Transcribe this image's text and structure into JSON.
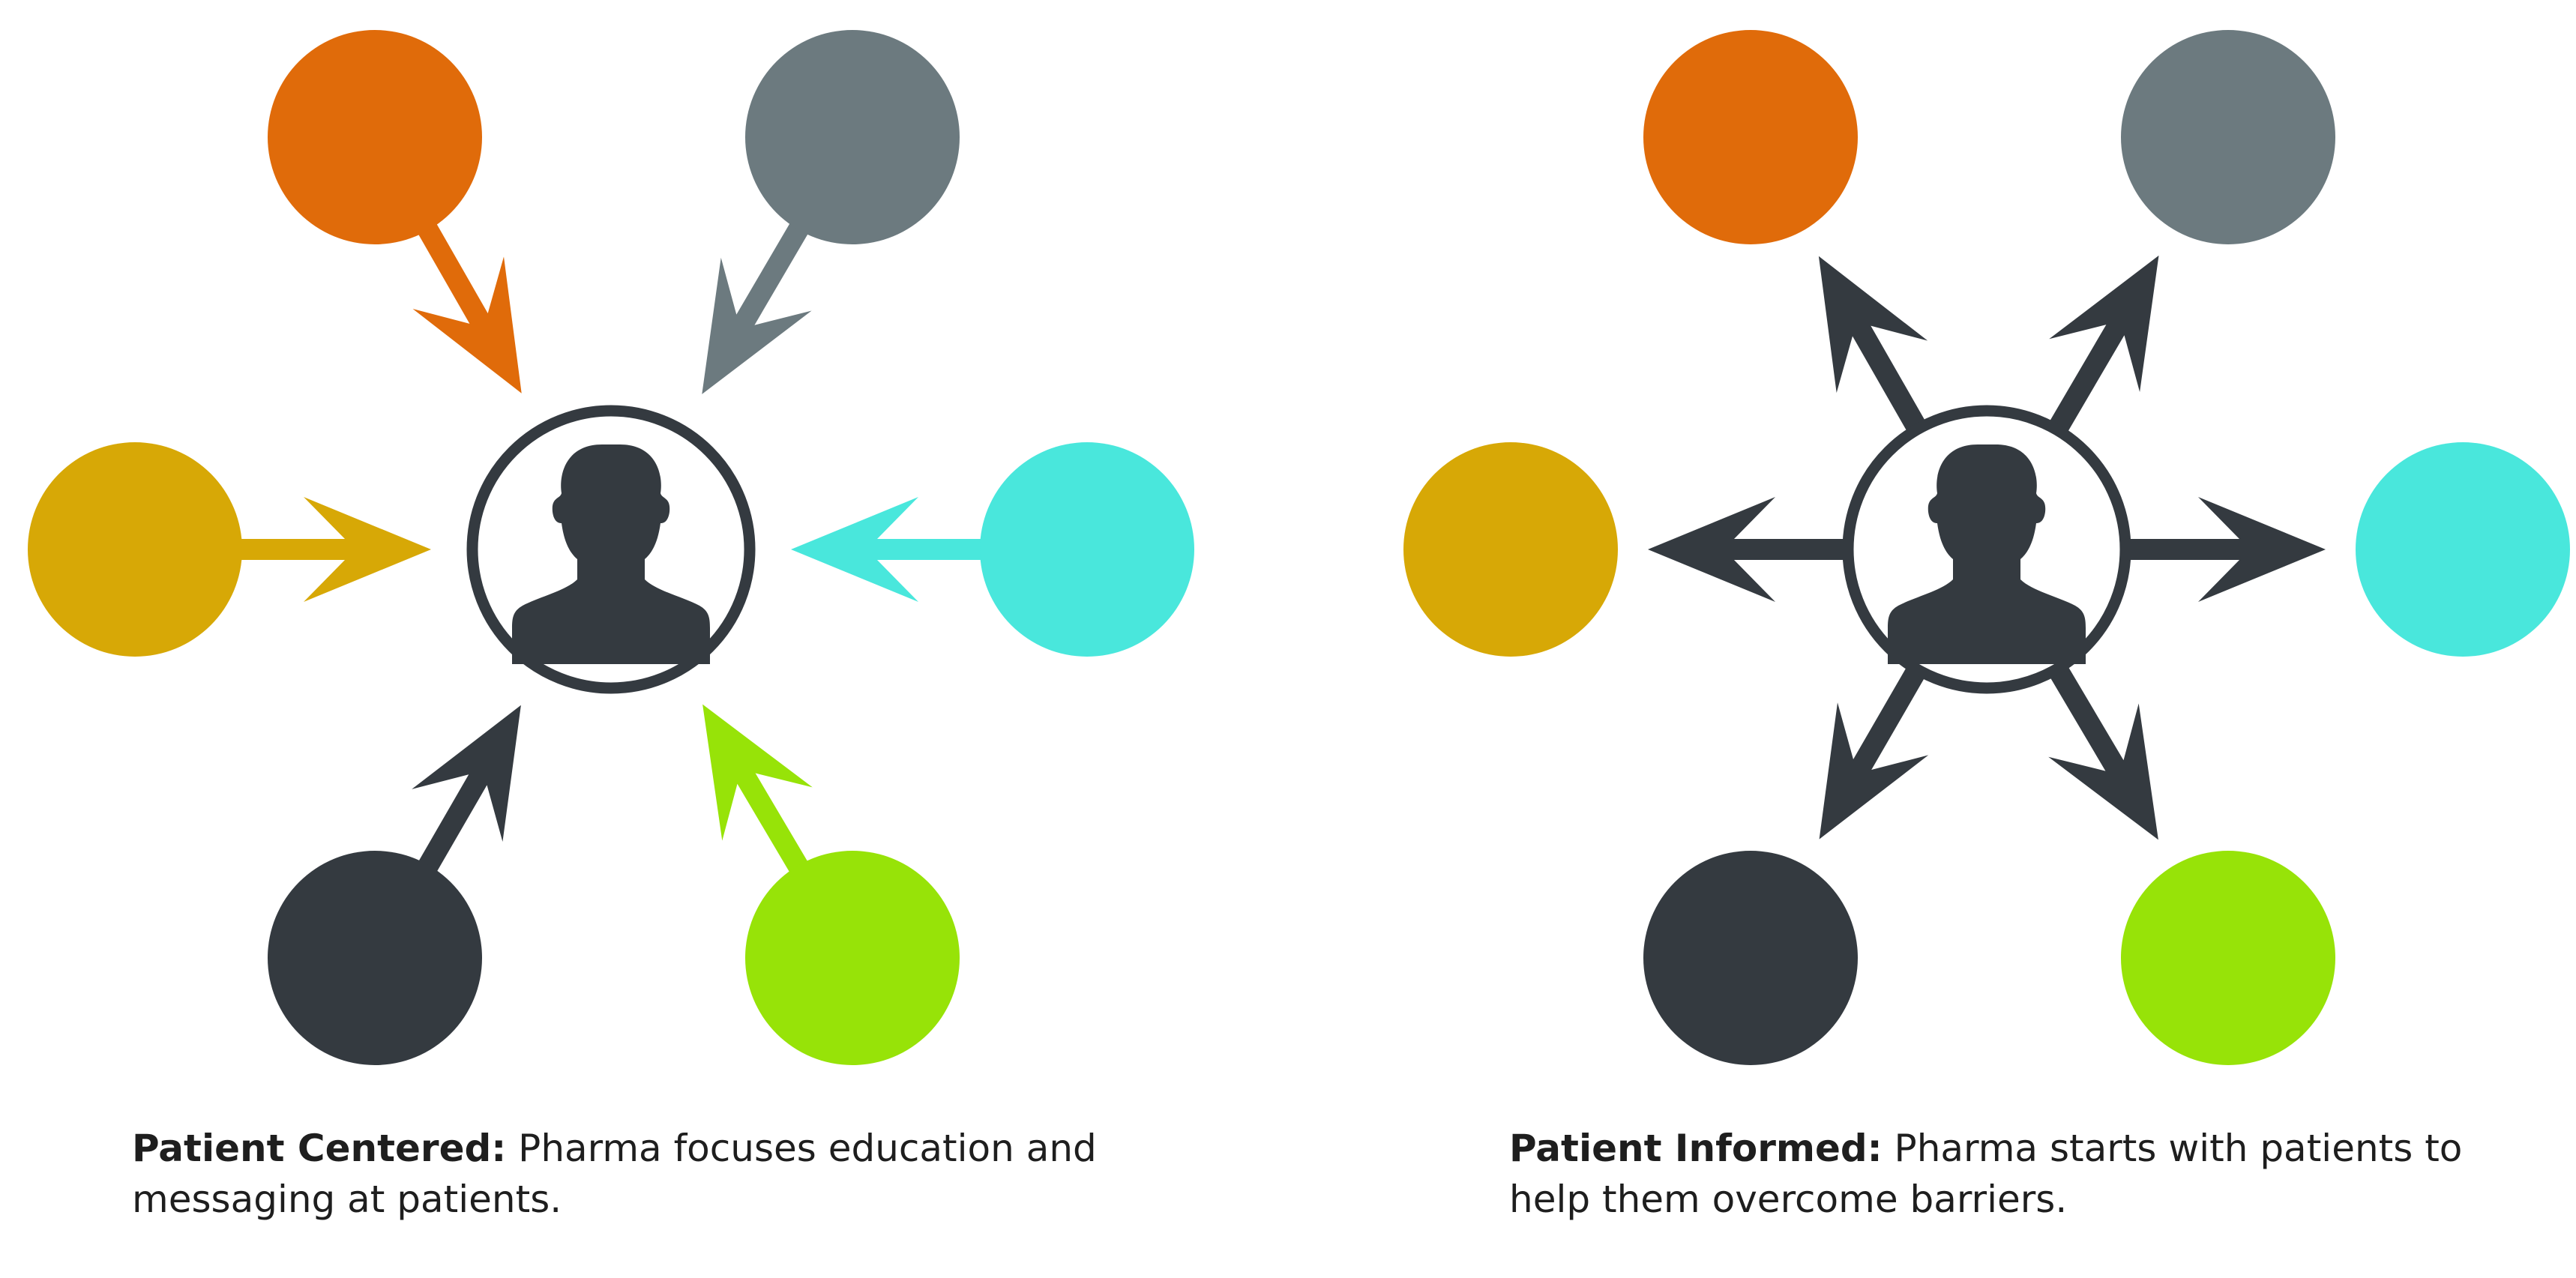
{
  "colors": {
    "orange": "#e06b0a",
    "gray": "#6c7a7f",
    "yellow": "#d7a806",
    "cyan": "#49e7dc",
    "dark": "#343a40",
    "green": "#97e308"
  },
  "panels": [
    {
      "id": "patient-centered",
      "direction": "inward",
      "caption_bold": "Patient Centered:",
      "caption_text": " Pharma focuses education and messaging at patients."
    },
    {
      "id": "patient-informed",
      "direction": "outward",
      "caption_bold": "Patient Informed:",
      "caption_text": " Pharma starts with patients to help them overcome barriers."
    }
  ],
  "nodes": [
    {
      "name": "orange",
      "color_key": "orange"
    },
    {
      "name": "gray",
      "color_key": "gray"
    },
    {
      "name": "yellow",
      "color_key": "yellow"
    },
    {
      "name": "cyan",
      "color_key": "cyan"
    },
    {
      "name": "dark",
      "color_key": "dark"
    },
    {
      "name": "green",
      "color_key": "green"
    }
  ],
  "icons": {
    "center": "person-silhouette-icon"
  }
}
